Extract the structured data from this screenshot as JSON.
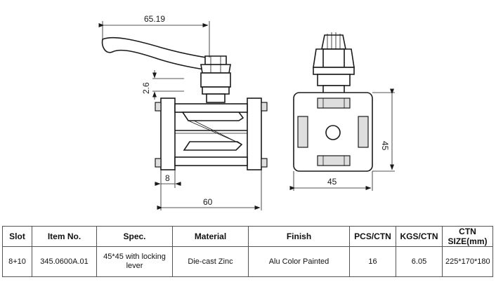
{
  "drawing": {
    "dims": {
      "lever_width": "65.19",
      "offset": "2.6",
      "slot_width": "8",
      "total_length": "60",
      "side_width": "45",
      "side_height": "45"
    }
  },
  "table": {
    "headers": [
      "Slot",
      "Item No.",
      "Spec.",
      "Material",
      "Finish",
      "PCS/CTN",
      "KGS/CTN",
      "CTN SIZE(mm)"
    ],
    "row": [
      "8+10",
      "345.0600A.01",
      "45*45 with locking lever",
      "Die-cast Zinc",
      "Alu Color Painted",
      "16",
      "6.05",
      "225*170*180"
    ]
  }
}
